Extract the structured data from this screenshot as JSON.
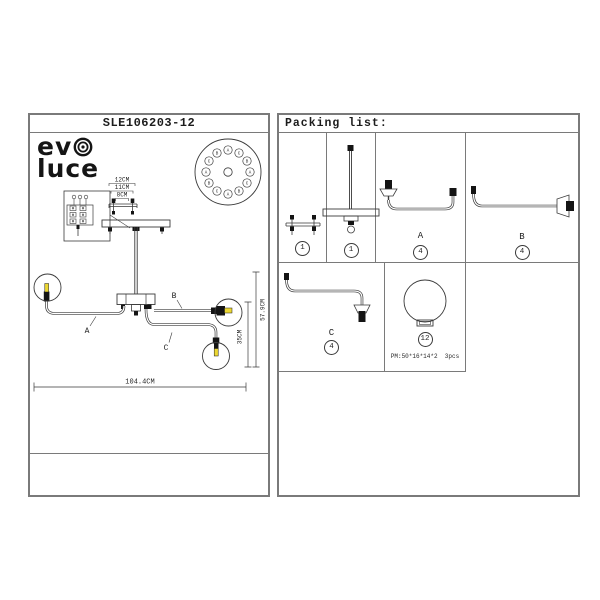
{
  "left_panel": {
    "title": "SLE106203-12",
    "logo": {
      "line1": "ev",
      "line2": "luce"
    },
    "top_view": {
      "letters": [
        "A",
        "C",
        "B",
        "A",
        "C",
        "B",
        "A",
        "C",
        "B",
        "A",
        "C",
        "B"
      ]
    },
    "detail_dims": {
      "d12": "12CM",
      "d11": "11CM",
      "d8": "8CM"
    },
    "fixture": {
      "arm_a": "A",
      "arm_b": "B",
      "arm_c": "C",
      "width": "104.4CM",
      "height_total": "57.9CM",
      "height_inner": "35CM"
    }
  },
  "right_panel": {
    "header": "Packing list:",
    "items": [
      {
        "id": "mounting-bracket",
        "qty": "1"
      },
      {
        "id": "rod-with-canopy",
        "qty": "1"
      },
      {
        "id": "arm-a",
        "label": "A",
        "qty": "4"
      },
      {
        "id": "arm-b",
        "label": "B",
        "qty": "4"
      },
      {
        "id": "arm-c",
        "label": "C",
        "qty": "4"
      },
      {
        "id": "glass-globe",
        "qty": "12",
        "note": "PM:50*16*14*2  3pcs"
      }
    ]
  },
  "colors": {
    "line": "#3a3a3a",
    "bulb": "#ecd833",
    "border": "#7a7a7a"
  }
}
